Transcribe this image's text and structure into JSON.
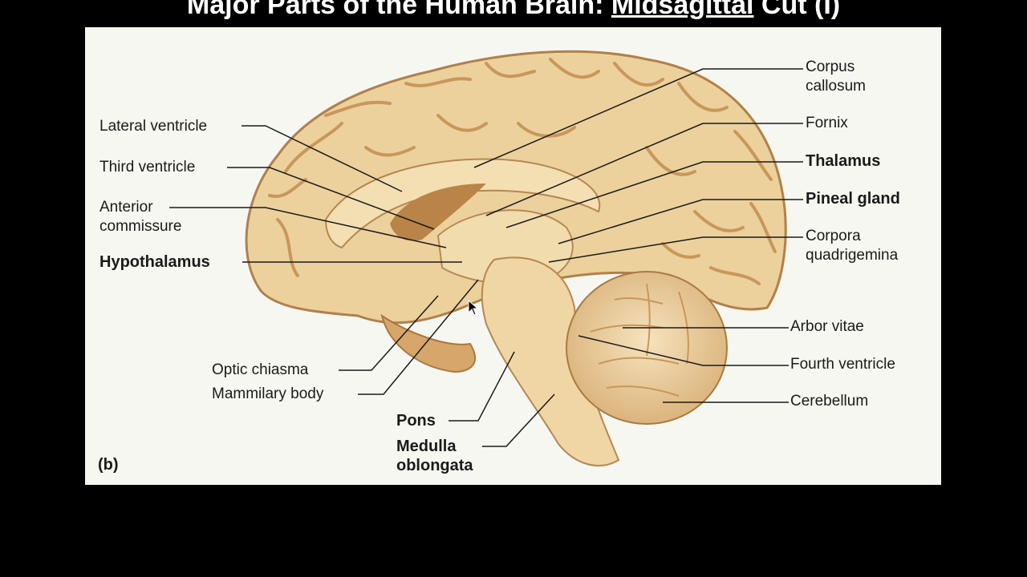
{
  "slide": {
    "title_pre": "Major Parts of the Human Brain: ",
    "title_underlined": "Midsagittal",
    "title_post": " Cut (I)"
  },
  "figure": {
    "panel_letter": "(b)",
    "labels": {
      "lateral_ventricle": "Lateral ventricle",
      "third_ventricle": "Third ventricle",
      "anterior_commissure_1": "Anterior",
      "anterior_commissure_2": "commissure",
      "hypothalamus": "Hypothalamus",
      "optic_chiasma": "Optic chiasma",
      "mammilary_body": "Mammilary body",
      "pons": "Pons",
      "medulla_1": "Medulla",
      "medulla_2": "oblongata",
      "corpus_callosum_1": "Corpus",
      "corpus_callosum_2": "callosum",
      "fornix": "Fornix",
      "thalamus": "Thalamus",
      "pineal_gland": "Pineal gland",
      "corpora_1": "Corpora",
      "corpora_2": "quadrigemina",
      "arbor_vitae": "Arbor vitae",
      "fourth_ventricle": "Fourth ventricle",
      "cerebellum": "Cerebellum"
    },
    "colors": {
      "tissue": "#f1d9a6",
      "gyri_shadow": "#c99a5a",
      "ventricle": "#b98448",
      "leader_line": "#1a1a1a"
    }
  }
}
